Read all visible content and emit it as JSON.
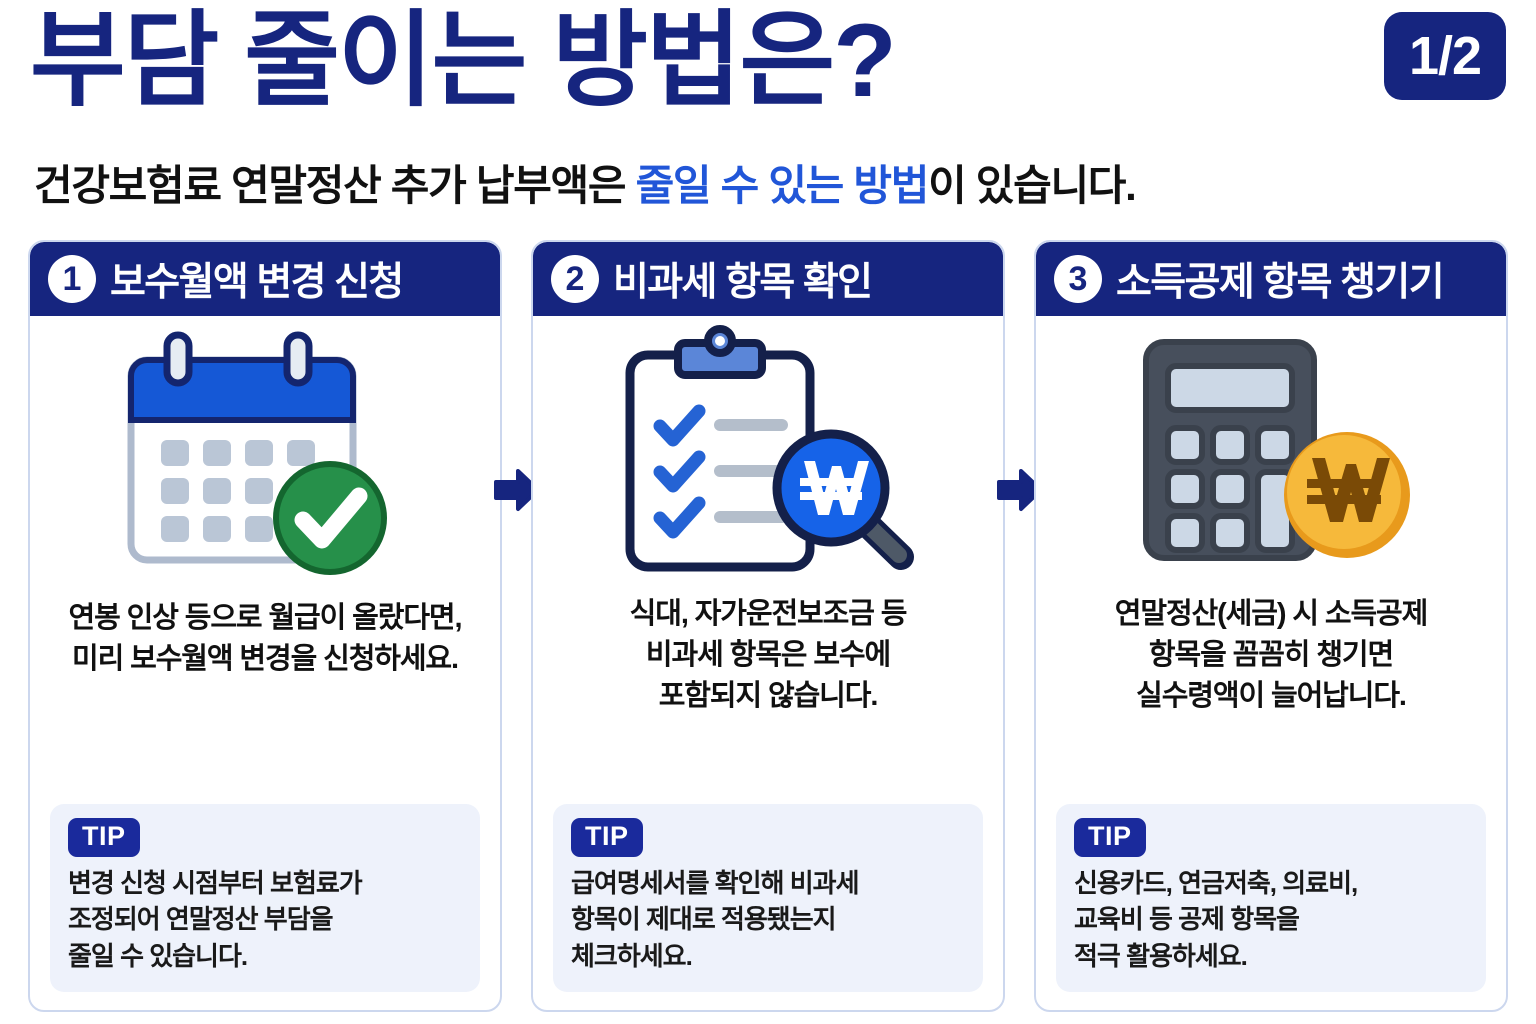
{
  "header": {
    "title": "부담 줄이는 방법은?",
    "badge": "1/2",
    "subtitle_pre": "건강보험료 연말정산 추가 납부액은 ",
    "subtitle_highlight": "줄일 수 있는 방법",
    "subtitle_post": "이 있습니다."
  },
  "colors": {
    "navy": "#16257f",
    "bright_blue": "#2156d8",
    "tip_navy": "#1a2a9c",
    "tip_bg": "#eef2fb",
    "card_border": "#ccd7ee",
    "green_check": "#1d7a37",
    "coin_gold": "#f0b429",
    "calculator_body": "#474f5c"
  },
  "cards": [
    {
      "number": "1",
      "title": "보수월액 변경 신청",
      "icon": "calendar-check-icon",
      "desc_lines": [
        "연봉 인상 등으로 월급이 올랐다면,",
        "미리 보수월액 변경을 신청하세요."
      ],
      "tip_label": "TIP",
      "tip_lines": [
        "변경 신청 시점부터 보험료가",
        "조정되어 연말정산 부담을",
        "줄일 수 있습니다."
      ]
    },
    {
      "number": "2",
      "title": "비과세 항목 확인",
      "icon": "clipboard-magnifier-won-icon",
      "desc_lines": [
        "식대, 자가운전보조금 등",
        "비과세 항목은 보수에",
        "포함되지 않습니다."
      ],
      "tip_label": "TIP",
      "tip_lines": [
        "급여명세서를 확인해 비과세",
        "항목이 제대로 적용됐는지",
        "체크하세요."
      ]
    },
    {
      "number": "3",
      "title": "소득공제 항목 챙기기",
      "icon": "calculator-won-coin-icon",
      "desc_lines": [
        "연말정산(세금) 시 소득공제",
        "항목을 꼼꼼히 챙기면",
        "실수령액이 늘어납니다."
      ],
      "tip_label": "TIP",
      "tip_lines": [
        "신용카드, 연금저축, 의료비,",
        "교육비 등 공제 항목을",
        "적극 활용하세요."
      ]
    }
  ],
  "arrows": [
    "arrow-right-icon",
    "arrow-right-icon"
  ]
}
